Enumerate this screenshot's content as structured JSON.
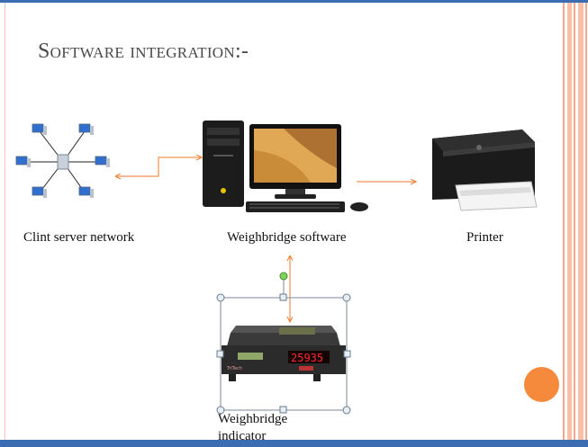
{
  "slide": {
    "title": "Software integration:-",
    "captions": {
      "network": "Clint server network",
      "software": "Weighbridge software",
      "printer": "Printer",
      "indicator": "Weighbridge indicator"
    },
    "indicator_display": "25935",
    "indicator_brand": "TriTech"
  },
  "colors": {
    "accent": "#3c6db3",
    "arrow": "#f07a2a",
    "stripe": "#f4a888",
    "dot": "#f58a3d"
  }
}
